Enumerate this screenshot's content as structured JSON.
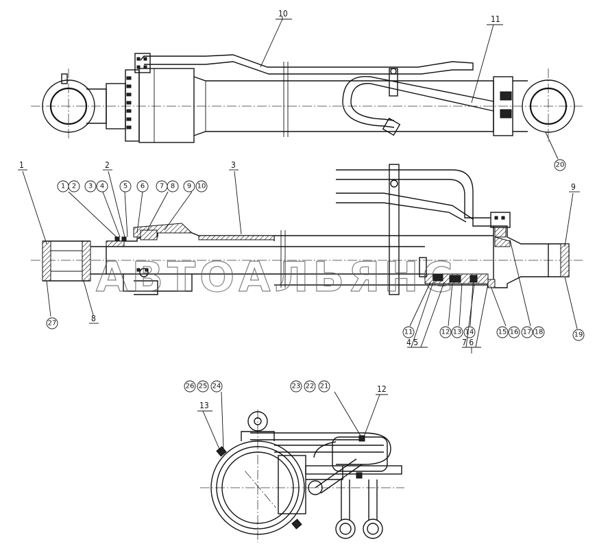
{
  "watermark": "АВТОАЛЬЯНС",
  "top_view": {
    "leaders": [
      {
        "id": "lbl-10",
        "text": "10"
      },
      {
        "id": "lbl-11",
        "text": "11"
      }
    ],
    "circled": [
      {
        "id": "c-20",
        "text": "20"
      }
    ]
  },
  "section_view": {
    "leaders": [
      {
        "id": "lbl-1",
        "text": "1"
      },
      {
        "id": "lbl-2",
        "text": "2"
      },
      {
        "id": "lbl-3",
        "text": "3"
      },
      {
        "id": "lbl-9",
        "text": "9"
      },
      {
        "id": "lbl-8",
        "text": "8"
      },
      {
        "id": "lbl-4-5",
        "text": "4  5"
      },
      {
        "id": "lbl-7-6",
        "text": "7  6"
      }
    ],
    "circled": [
      {
        "id": "c-1",
        "text": "1"
      },
      {
        "id": "c-2",
        "text": "2"
      },
      {
        "id": "c-3",
        "text": "3"
      },
      {
        "id": "c-4",
        "text": "4"
      },
      {
        "id": "c-5",
        "text": "5"
      },
      {
        "id": "c-6",
        "text": "6"
      },
      {
        "id": "c-7",
        "text": "7"
      },
      {
        "id": "c-8",
        "text": "8"
      },
      {
        "id": "c-9",
        "text": "9"
      },
      {
        "id": "c-10",
        "text": "10"
      },
      {
        "id": "c-27",
        "text": "27"
      },
      {
        "id": "c-11",
        "text": "11"
      },
      {
        "id": "c-12",
        "text": "12"
      },
      {
        "id": "c-13",
        "text": "13"
      },
      {
        "id": "c-14",
        "text": "14"
      },
      {
        "id": "c-15",
        "text": "15"
      },
      {
        "id": "c-16",
        "text": "16"
      },
      {
        "id": "c-17",
        "text": "17"
      },
      {
        "id": "c-18",
        "text": "18"
      },
      {
        "id": "c-19",
        "text": "19"
      }
    ]
  },
  "detail_view": {
    "leaders": [
      {
        "id": "lbl-13",
        "text": "13"
      },
      {
        "id": "lbl-12",
        "text": "12"
      }
    ],
    "circled": [
      {
        "id": "c-26",
        "text": "26"
      },
      {
        "id": "c-25",
        "text": "25"
      },
      {
        "id": "c-24",
        "text": "24"
      },
      {
        "id": "c-23",
        "text": "23"
      },
      {
        "id": "c-22",
        "text": "22"
      },
      {
        "id": "c-21",
        "text": "21"
      }
    ]
  }
}
